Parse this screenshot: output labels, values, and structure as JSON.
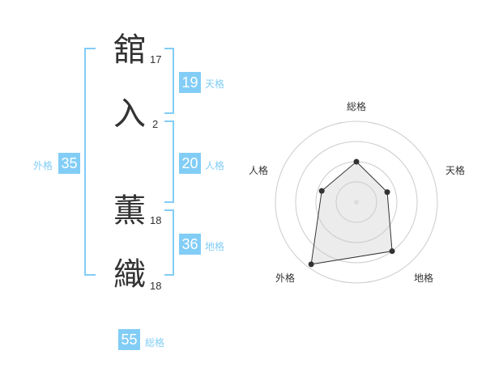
{
  "name_chars": [
    {
      "char": "舘",
      "strokes": "17"
    },
    {
      "char": "入",
      "strokes": "2"
    },
    {
      "char": "薫",
      "strokes": "18"
    },
    {
      "char": "織",
      "strokes": "18"
    }
  ],
  "fortunes": {
    "tenkaku": {
      "value": "19",
      "label": "天格"
    },
    "jinkaku": {
      "value": "20",
      "label": "人格"
    },
    "chikaku": {
      "value": "36",
      "label": "地格"
    },
    "gaikaku": {
      "value": "35",
      "label": "外格"
    },
    "soukaku": {
      "value": "55",
      "label": "総格"
    }
  },
  "colors": {
    "accent": "#82cdf6",
    "text": "#333333",
    "grid": "#cccccc"
  },
  "chart_data": {
    "type": "radar",
    "axes": [
      "総格",
      "天格",
      "地格",
      "外格",
      "人格"
    ],
    "values": [
      0.5,
      0.4,
      0.75,
      0.95,
      0.45
    ],
    "grid_levels": 4
  }
}
